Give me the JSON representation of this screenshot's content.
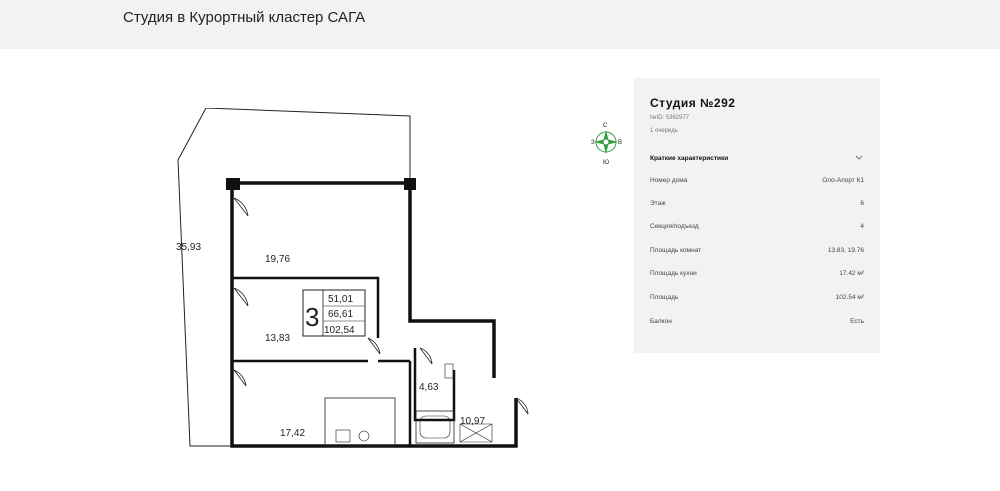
{
  "header": {
    "title": "Студия в Курортный кластер САГА"
  },
  "plan": {
    "areas": {
      "terrace": "35,93",
      "room_top": "19,76",
      "room_middle": "13,83",
      "kitchen": "17,42",
      "bathroom": "4,63",
      "hall": "10,97"
    },
    "badge": {
      "rooms": "3",
      "living": "51,01",
      "usable": "66,61",
      "total": "102,54"
    }
  },
  "compass": {
    "north": "С",
    "south": "Ю",
    "west": "З",
    "east": "В"
  },
  "panel": {
    "title": "Студия №292",
    "id": "№ID: 5362977",
    "queue": "1 очередь",
    "section_title": "Краткие характеристики",
    "rows": [
      {
        "label": "Номер дома",
        "value": "Оло-Апорт К1"
      },
      {
        "label": "Этаж",
        "value": "6"
      },
      {
        "label": "Секция/подъезд",
        "value": "4"
      },
      {
        "label": "Площадь комнат",
        "value": "13.83, 19.76"
      },
      {
        "label": "Площадь кухни",
        "value": "17.42 м²"
      },
      {
        "label": "Площадь",
        "value": "102.54 м²"
      },
      {
        "label": "Балкон",
        "value": "Есть"
      }
    ]
  },
  "colors": {
    "header_bg": "#f2f2f2",
    "panel_bg": "#f2f2f2",
    "compass_green": "#2e9e3a",
    "wall": "#111111"
  }
}
